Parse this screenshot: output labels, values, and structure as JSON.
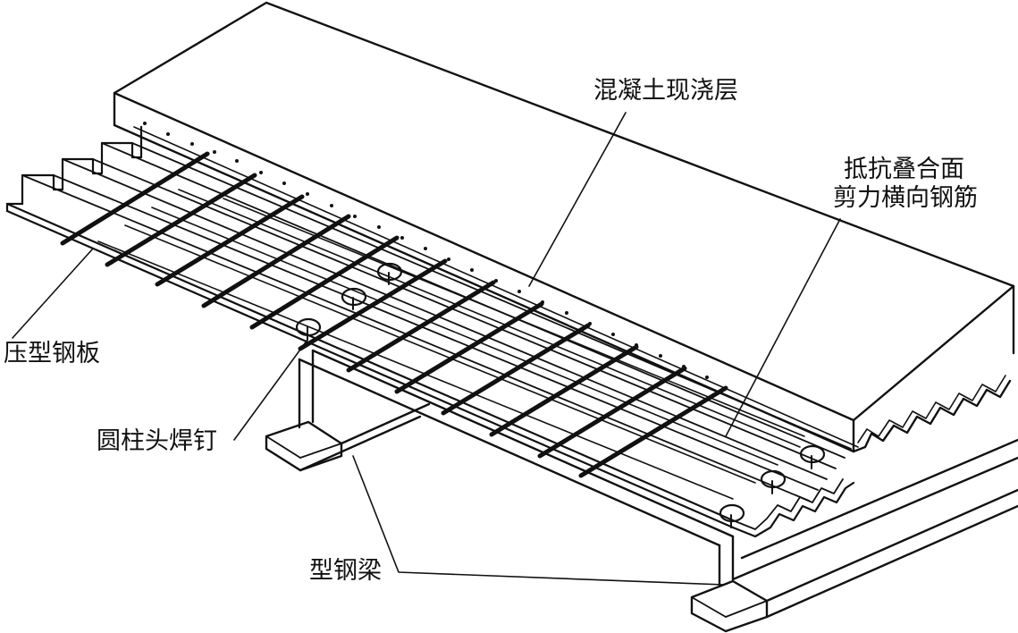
{
  "diagram": {
    "labels": {
      "concrete_layer": "混凝土现浇层",
      "shear_rebar_line1": "抵抗叠合面",
      "shear_rebar_line2": "剪力横向钢筋",
      "steel_deck": "压型钢板",
      "shear_stud": "圆柱头焊钉",
      "steel_beam": "型钢梁"
    },
    "colors": {
      "line": "#111111",
      "background": "#ffffff"
    }
  }
}
